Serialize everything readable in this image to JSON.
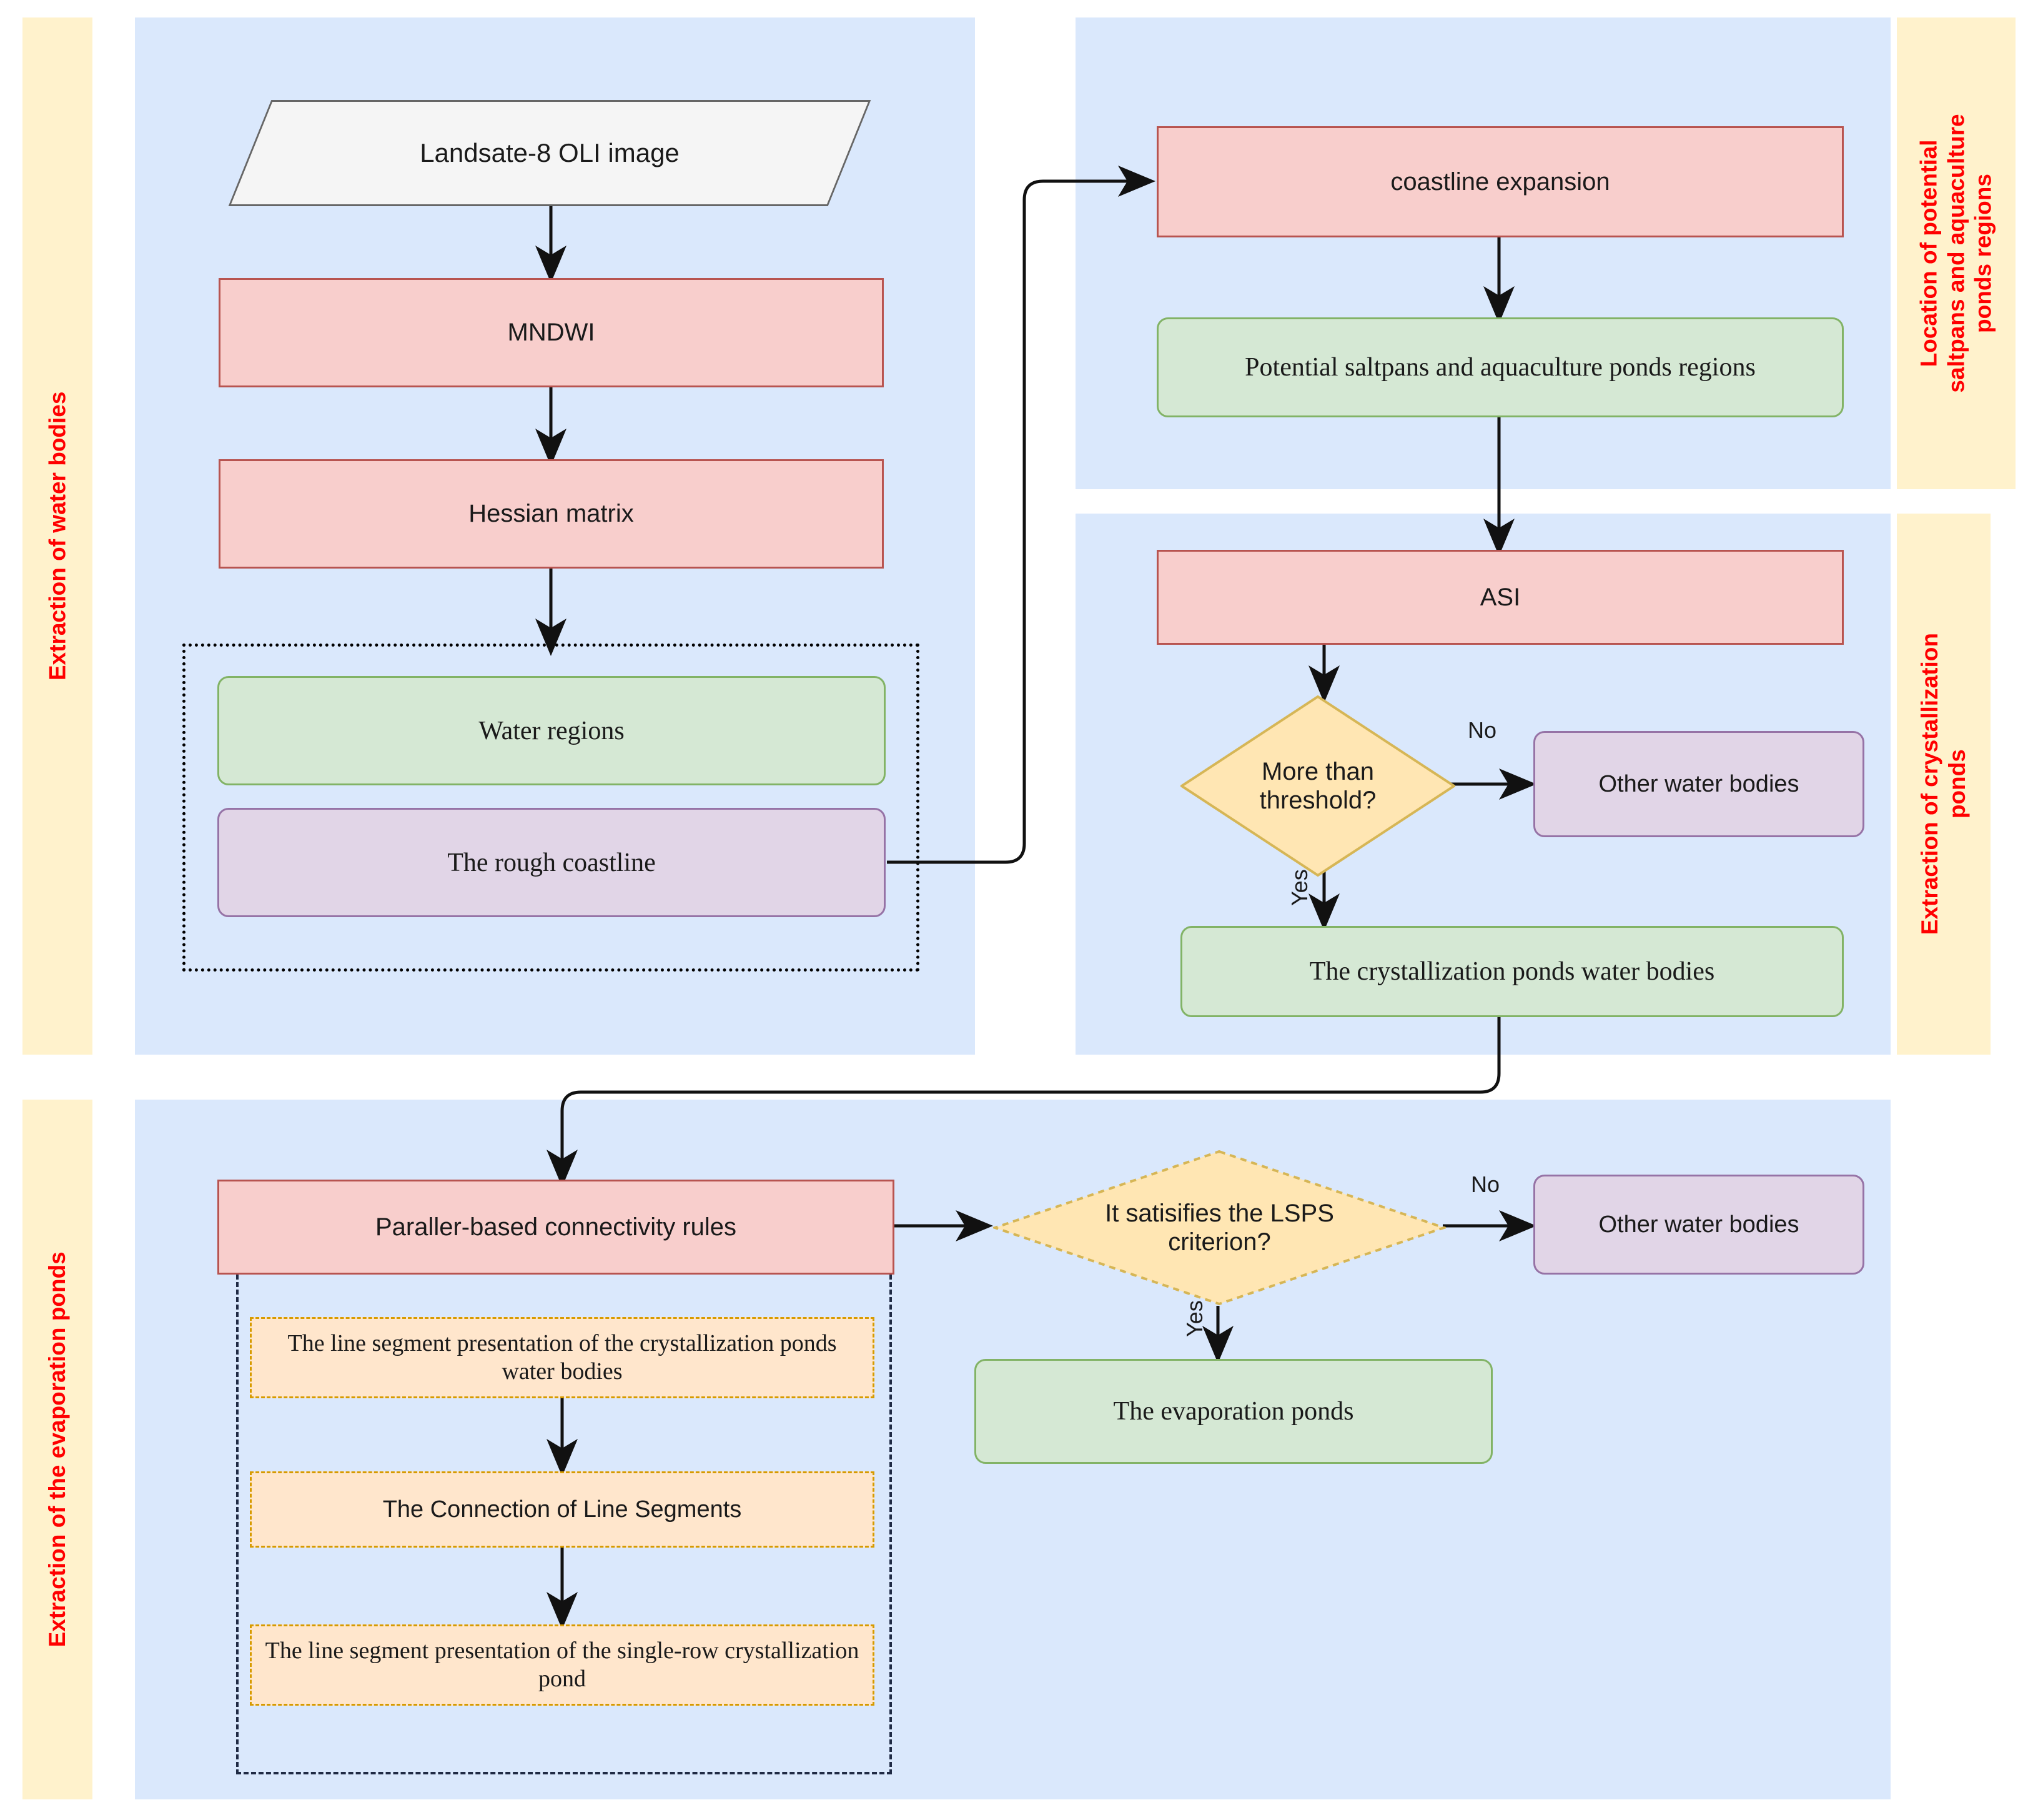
{
  "bands": [
    {
      "id": "water-bodies",
      "label": "Extraction of water bodies"
    },
    {
      "id": "potential-regions",
      "label": "Location of potential\nsaltpans and aquaculture\nponds regions"
    },
    {
      "id": "crystallization",
      "label": "Extraction of crystallization\nponds"
    },
    {
      "id": "evaporation",
      "label": "Extraction of the evaporation ponds"
    }
  ],
  "nodes": {
    "landsat": "Landsate-8 OLI image",
    "mndwi": "MNDWI",
    "hessian": "Hessian matrix",
    "water_regions": "Water regions",
    "rough_coastline": "The rough coastline",
    "coastline_expansion": "coastline expansion",
    "potential_regions": "Potential saltpans and aquaculture ponds regions",
    "asi": "ASI",
    "threshold_decision": "More than threshold?",
    "other_water_1": "Other water bodies",
    "cryst_water_bodies": "The crystallization ponds water bodies",
    "parallel_rules": "Paraller-based connectivity rules",
    "lsps_decision": "It satisifies the LSPS criterion?",
    "other_water_2": "Other water bodies",
    "evaporation_ponds": "The evaporation ponds",
    "seg_presentation_1": "The line segment presentation of the crystallization ponds water bodies",
    "seg_connection": "The Connection of  Line Segments",
    "seg_presentation_2": "The line segment presentation of the single-row crystallization pond"
  },
  "edge_labels": {
    "no_1": "No",
    "yes_1": "Yes",
    "no_2": "No",
    "yes_2": "Yes"
  },
  "colors": {
    "panel_blue": "#dae8fc",
    "band_yellow": "#fff2cc",
    "band_text": "#ff0000",
    "process_fill": "#f8cecc",
    "process_line": "#b85450",
    "result_fill": "#d5e8d4",
    "result_line": "#82b366",
    "purple_fill": "#e1d5e7",
    "purple_line": "#9673a6",
    "orange_fill": "#ffe6cc",
    "orange_line": "#d79b00",
    "decision_fill": "#ffe6b3",
    "decision_line": "#d6b656",
    "data_fill": "#f5f5f5",
    "data_line": "#666666",
    "connector": "#000000"
  }
}
